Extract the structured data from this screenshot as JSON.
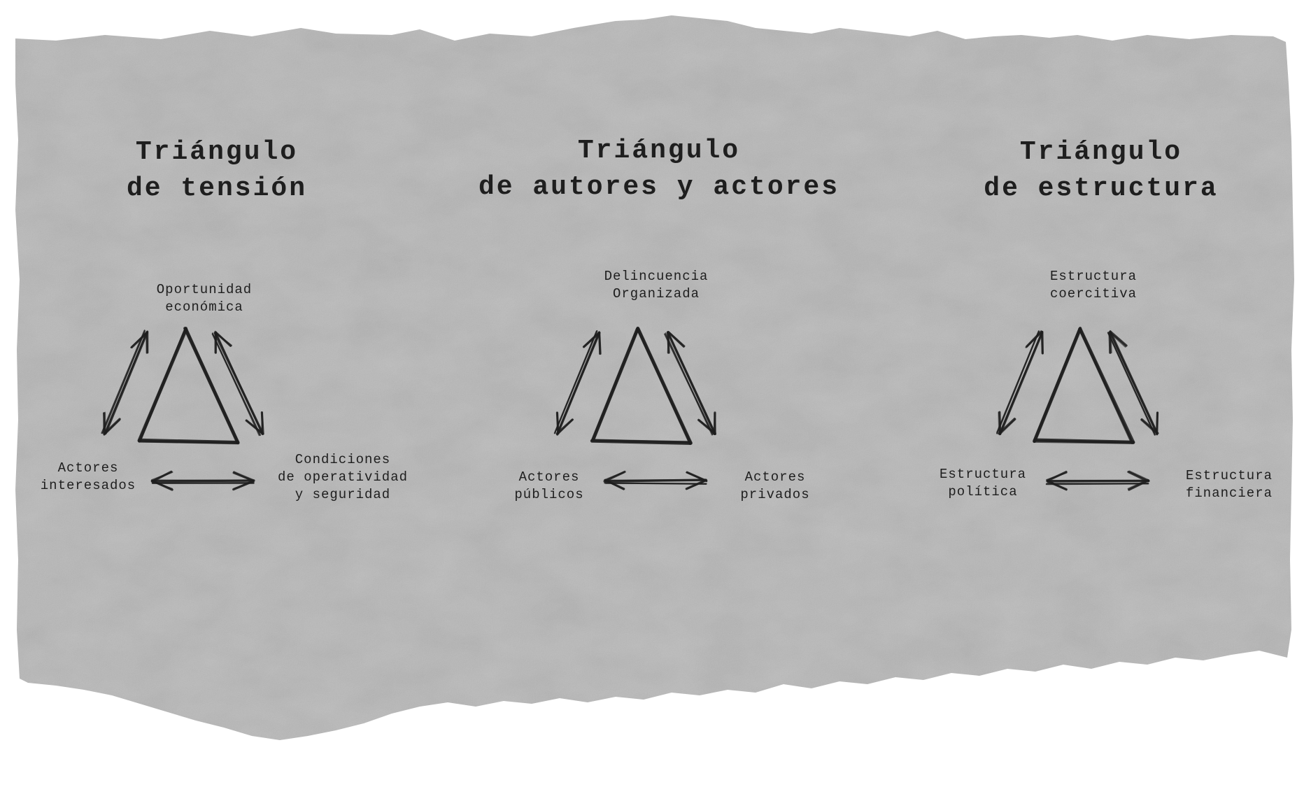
{
  "panels": [
    {
      "title_line1": "Triángulo",
      "title_line2": "de tensión",
      "top_label": [
        "Oportunidad",
        "económica"
      ],
      "left_label": [
        "Actores",
        "interesados"
      ],
      "right_label": [
        "Condiciones",
        "de operatividad",
        "y seguridad"
      ]
    },
    {
      "title_line1": "Triángulo",
      "title_line2": "de autores y actores",
      "top_label": [
        "Delincuencia",
        "Organizada"
      ],
      "left_label": [
        "Actores",
        "públicos"
      ],
      "right_label": [
        "Actores",
        "privados"
      ]
    },
    {
      "title_line1": "Triángulo",
      "title_line2": "de estructura",
      "top_label": [
        "Estructura",
        "coercitiva"
      ],
      "left_label": [
        "Estructura",
        "política"
      ],
      "right_label": [
        "Estructura",
        "financiera"
      ]
    }
  ],
  "colors": {
    "paper": "#bdbdbd",
    "ink": "#1e1e1e",
    "background": "#ffffff"
  }
}
